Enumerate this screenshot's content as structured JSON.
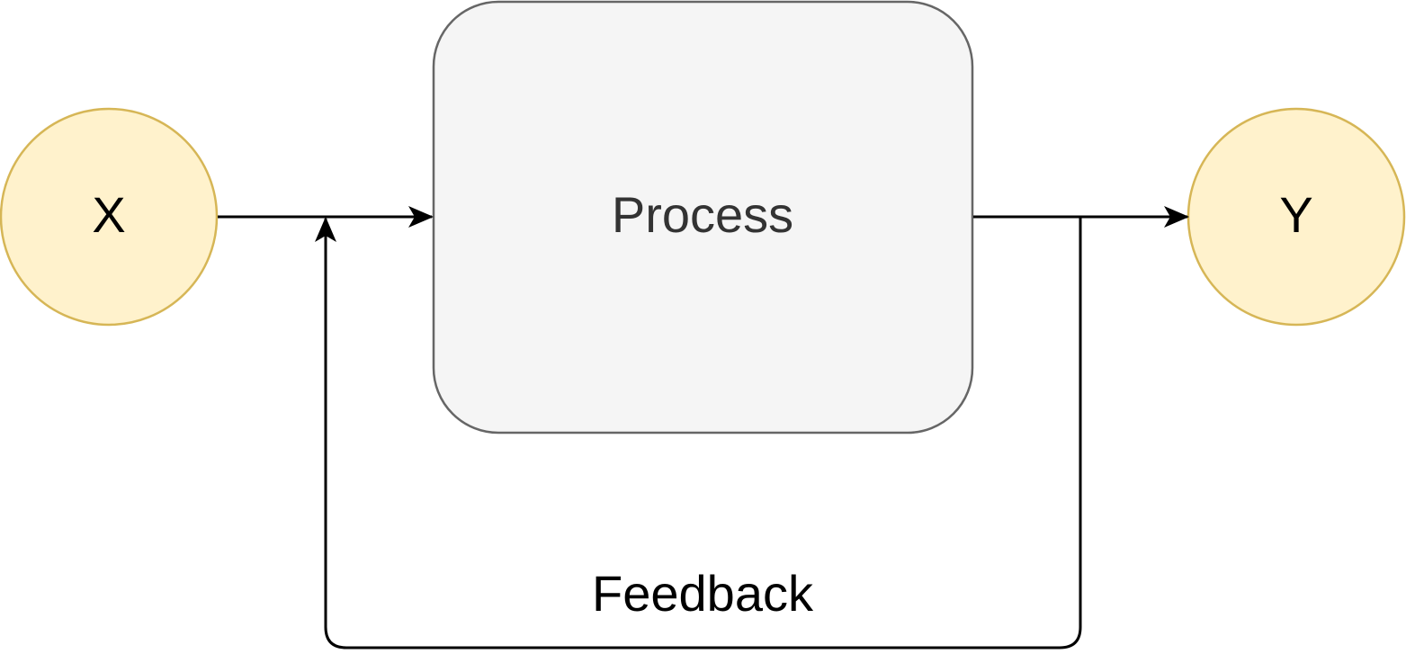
{
  "diagram": {
    "nodes": {
      "input": {
        "label": "X"
      },
      "process": {
        "label": "Process"
      },
      "output": {
        "label": "Y"
      }
    },
    "edges": {
      "feedback": {
        "label": "Feedback"
      }
    }
  },
  "colors": {
    "circle_fill": "#fff2cc",
    "circle_stroke": "#d6b656",
    "process_fill": "#f5f5f5",
    "process_stroke": "#666666",
    "process_text": "#333333",
    "edge": "#000000",
    "text": "#000000"
  },
  "icons": {
    "arrowhead": "arrowhead-icon"
  }
}
